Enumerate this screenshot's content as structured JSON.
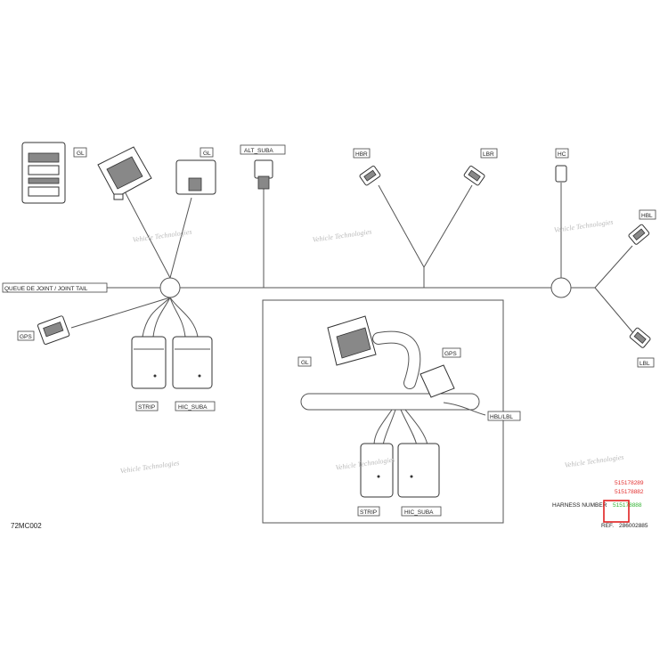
{
  "labels": {
    "gl_top": "GL",
    "gl_left": "GL",
    "alt_suba": "ALT_SUBA",
    "hbr": "HBR",
    "lbr": "LBR",
    "hc": "HC",
    "hbl": "HBL",
    "lbl": "LBL",
    "joint": "QUEUE DE JOINT / JOINT TAIL",
    "gps": "GPS",
    "strip": "STRIP",
    "hic_suba": "HIC_SUBA",
    "inset_gl": "GL",
    "inset_gps": "GPS",
    "inset_hbl": "HBL/LBL",
    "inset_strip": "STRIP",
    "inset_hic": "HIC_SUBA",
    "drawing_code": "72MC002"
  },
  "watermark": {
    "line1": "Vehicle Technologies",
    "line2": "Technologies"
  },
  "part_numbers": {
    "red1": "515178289",
    "red2": "515178882",
    "harness_label": "HARNESS NUMBER",
    "green": "515178888",
    "ref_label": "REF.",
    "ref_value": "286002885"
  },
  "colors": {
    "red": "#e23030",
    "green": "#35b335",
    "highlight": "#e02020"
  }
}
